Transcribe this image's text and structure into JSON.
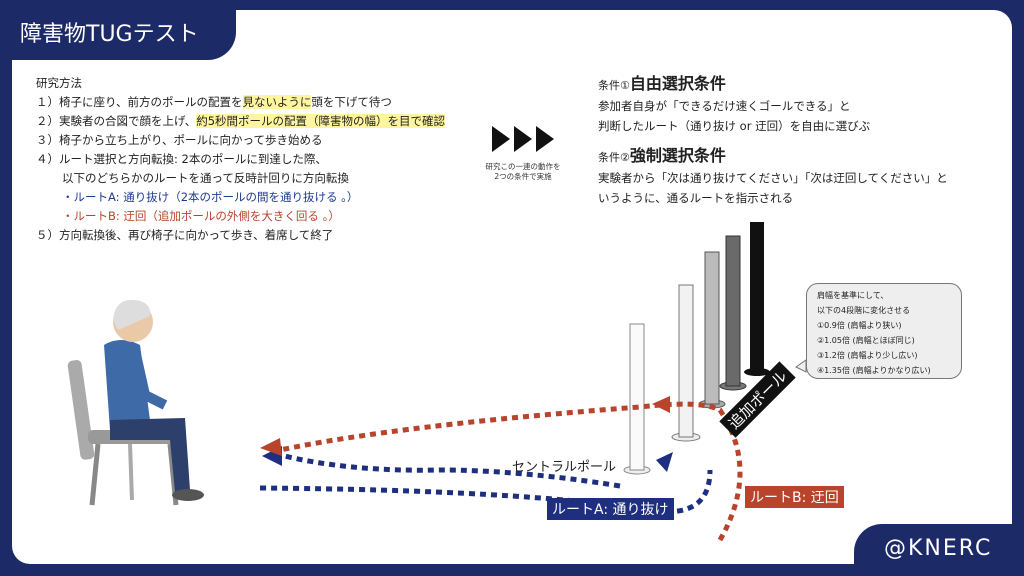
{
  "title": "障害物TUGテスト",
  "brand": "@KNERC",
  "method": {
    "heading": "研究方法",
    "step1_pre": "１）椅子に座り、前方のポールの配置を",
    "step1_hl": "見ないように",
    "step1_post": "頭を下げて待つ",
    "step2_pre": "２）実験者の合図で顔を上げ、",
    "step2_hl": "約5秒間ポールの配置（障害物の幅）を目で確認",
    "step3": "３）椅子から立ち上がり、ポールに向かって歩き始める",
    "step4a": "４）ルート選択と方向転換: 2本のポールに到達した際、",
    "step4b": "以下のどちらかのルートを通って反時計回りに方向転換",
    "routeA": "・ルートA: 通り抜け（2本のポールの間を通り抜ける 。）",
    "routeB": "・ルートB: 迂回（追加ポールの外側を大きく回る 。）",
    "step5": "５）方向転換後、再び椅子に向かって歩き、着席して終了"
  },
  "arrow_note1": "研究この一連の動作を",
  "arrow_note2": "2つの条件で実施",
  "cond1": {
    "prefix": "条件①",
    "title": "自由選択条件",
    "line1": "参加者自身が「できるだけ速くゴールできる」と",
    "line2": "判断したルート（通り抜け or 迂回）を自由に選びぶ"
  },
  "cond2": {
    "prefix": "条件②",
    "title": "強制選択条件",
    "line1": "実験者から「次は通り抜けてください」「次は迂回してください」と",
    "line2": "いうように、通るルートを指示される"
  },
  "bubble": [
    "肩幅を基準にして、",
    "以下の4段階に変化させる",
    "①0.9倍 (肩幅より狭い)",
    "②1.05倍 (肩幅とほぼ同じ)",
    "③1.2倍 (肩幅より少し広い)",
    "④1.35倍 (肩幅よりかなり広い)"
  ],
  "labels": {
    "central_pole": "セントラルポール",
    "extra_pole": "追加ポール",
    "routeA": "ルートA: 通り抜け",
    "routeB": "ルートB: 迂回"
  },
  "colors": {
    "navy": "#1c2a68",
    "routeA": "#1f2f80",
    "routeB": "#b8442b",
    "highlight": "#fff5a0"
  }
}
